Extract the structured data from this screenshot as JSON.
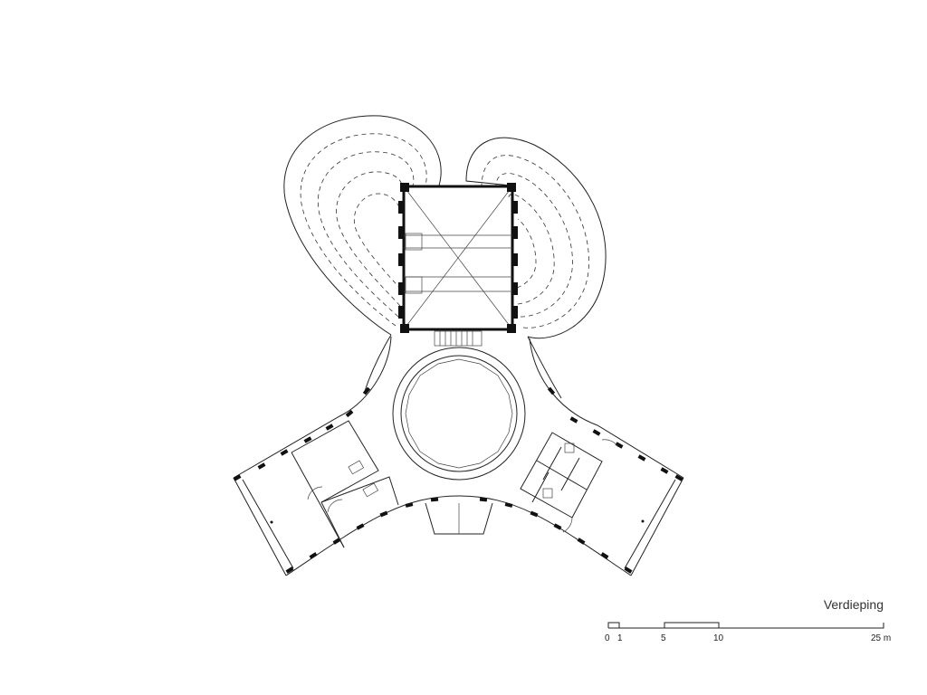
{
  "title": "Verdieping",
  "scale_bar": {
    "ticks": [
      "0",
      "1",
      "5",
      "10",
      "25 m"
    ]
  }
}
